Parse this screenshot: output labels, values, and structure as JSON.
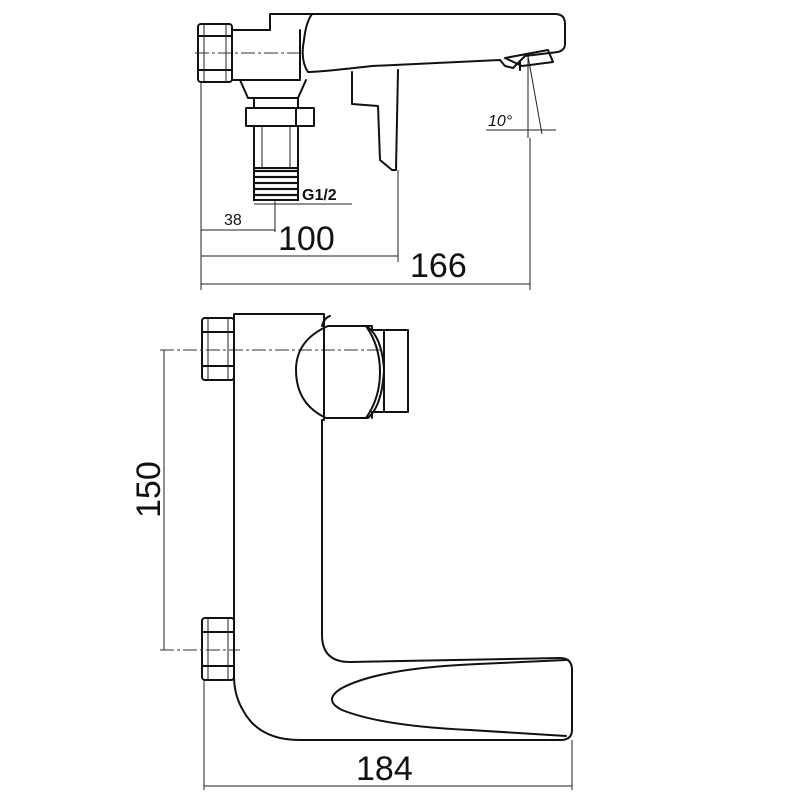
{
  "side_view": {
    "dim_inlet_offset": "38",
    "dim_body_depth": "100",
    "dim_total_depth": "166",
    "thread_label": "G1/2",
    "outlet_angle": "10°"
  },
  "front_view": {
    "dim_inlet_spacing": "150",
    "dim_total_width": "184"
  }
}
